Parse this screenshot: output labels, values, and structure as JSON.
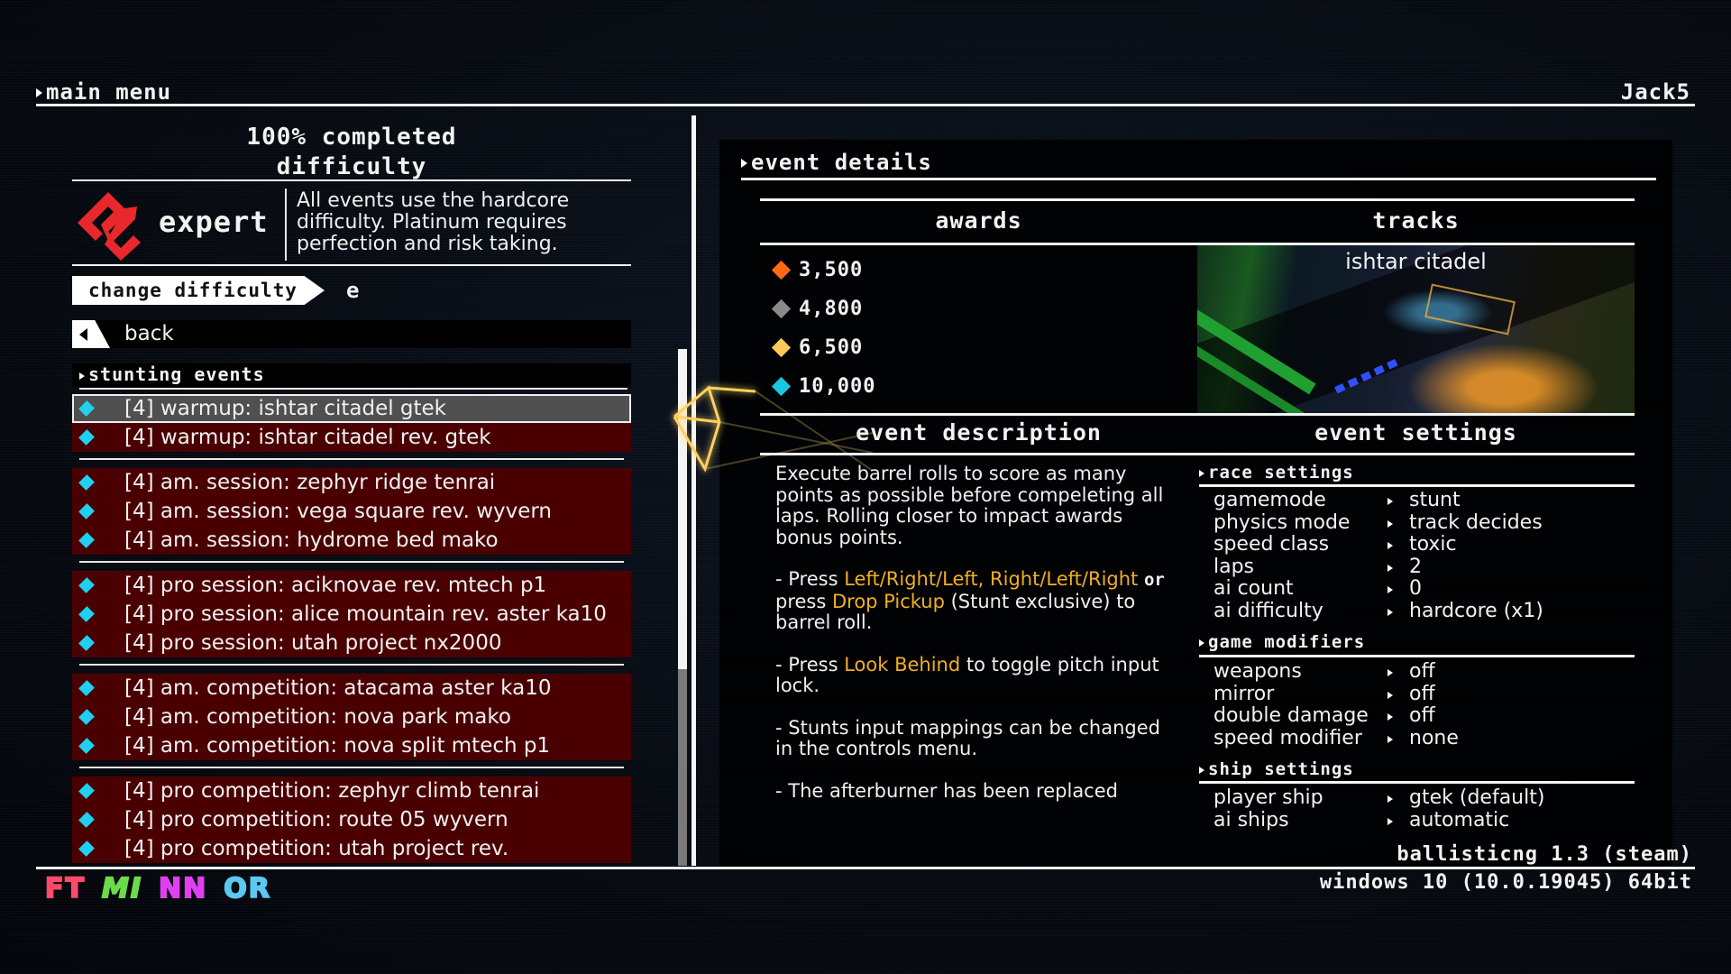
{
  "header": {
    "breadcrumb": "main menu",
    "user_name": "Jack5"
  },
  "difficulty": {
    "completion": "100% completed",
    "title": "difficulty",
    "level_icon": "expert-difficulty-logo-icon",
    "level": "expert",
    "description": "All events use the hardcore difficulty. Platinum requires perfection and risk taking.",
    "change_button_label": "change difficulty",
    "change_key_hint": "e"
  },
  "back_button": {
    "label": "back",
    "icon": "back-arrow-icon"
  },
  "events": {
    "header": "stunting events",
    "groups": [
      {
        "items": [
          {
            "label": "[4] warmup: ishtar citadel gtek",
            "selected": true
          },
          {
            "label": "[4] warmup: ishtar citadel rev. gtek"
          }
        ]
      },
      {
        "items": [
          {
            "label": "[4] am. session: zephyr ridge tenrai"
          },
          {
            "label": "[4] am. session: vega square rev. wyvern"
          },
          {
            "label": "[4] am. session: hydrome bed mako"
          }
        ]
      },
      {
        "items": [
          {
            "label": "[4] pro session: aciknovae rev. mtech p1"
          },
          {
            "label": "[4] pro session: alice mountain rev. aster ka10"
          },
          {
            "label": "[4] pro session: utah project nx2000"
          }
        ]
      },
      {
        "items": [
          {
            "label": "[4] am. competition: atacama aster ka10"
          },
          {
            "label": "[4] am. competition: nova park mako"
          },
          {
            "label": "[4] am. competition: nova split mtech p1"
          }
        ]
      },
      {
        "items": [
          {
            "label": "[4] pro competition: zephyr climb tenrai"
          },
          {
            "label": "[4] pro competition: route 05 wyvern"
          },
          {
            "label": "[4] pro competition: utah project rev."
          }
        ]
      }
    ]
  },
  "event_details": {
    "title": "event details",
    "awards_header": "awards",
    "tracks_header": "tracks",
    "awards": [
      {
        "tier": "bronze",
        "value": "3,500",
        "color": "#ff6a10"
      },
      {
        "tier": "silver",
        "value": "4,800",
        "color": "#8a8a8a"
      },
      {
        "tier": "gold",
        "value": "6,500",
        "color": "#ffc85a"
      },
      {
        "tier": "platinum",
        "value": "10,000",
        "color": "#18c8e0"
      }
    ],
    "track_name": "ishtar citadel",
    "description_header": "event description",
    "settings_header": "event settings",
    "description": {
      "p1": "Execute barrel rolls to score as many points as possible before compeleting all laps. Rolling closer to impact awards bonus points.",
      "p2_pre": "- Press ",
      "p2_hl1": "Left/Right/Left, Right/Left/Right",
      "p2_or": "or",
      "p2_mid": " press ",
      "p2_hl2": "Drop Pickup",
      "p2_post": " (Stunt exclusive) to barrel roll.",
      "p3_pre": "- Press ",
      "p3_hl": "Look Behind",
      "p3_post": " to toggle pitch input lock.",
      "p4": "- Stunts input mappings can be changed in the controls menu.",
      "p5": "- The afterburner has been replaced"
    },
    "race_settings": {
      "header": "race settings",
      "rows": [
        {
          "key": "gamemode",
          "value": "stunt"
        },
        {
          "key": "physics mode",
          "value": "track decides"
        },
        {
          "key": "speed class",
          "value": "toxic"
        },
        {
          "key": "laps",
          "value": "2"
        },
        {
          "key": "ai count",
          "value": "0"
        },
        {
          "key": "ai difficulty",
          "value": "hardcore (x1)"
        }
      ]
    },
    "game_modifiers": {
      "header": "game modifiers",
      "rows": [
        {
          "key": "weapons",
          "value": "off"
        },
        {
          "key": "mirror",
          "value": "off"
        },
        {
          "key": "double damage",
          "value": "off"
        },
        {
          "key": "speed modifier",
          "value": "none"
        }
      ]
    },
    "ship_settings": {
      "header": "ship settings",
      "rows": [
        {
          "key": "player ship",
          "value": "gtek (default)"
        },
        {
          "key": "ai ships",
          "value": "automatic"
        }
      ]
    }
  },
  "footer": {
    "version": "ballisticng 1.3 (steam)",
    "os": "windows 10  (10.0.19045) 64bit",
    "logos": [
      {
        "text": "FT",
        "color": "#ff4a6a"
      },
      {
        "text": "MI",
        "color": "#6adc4a"
      },
      {
        "text": "NN",
        "color": "#e040f0"
      },
      {
        "text": "OR",
        "color": "#5ac8f0"
      }
    ]
  }
}
